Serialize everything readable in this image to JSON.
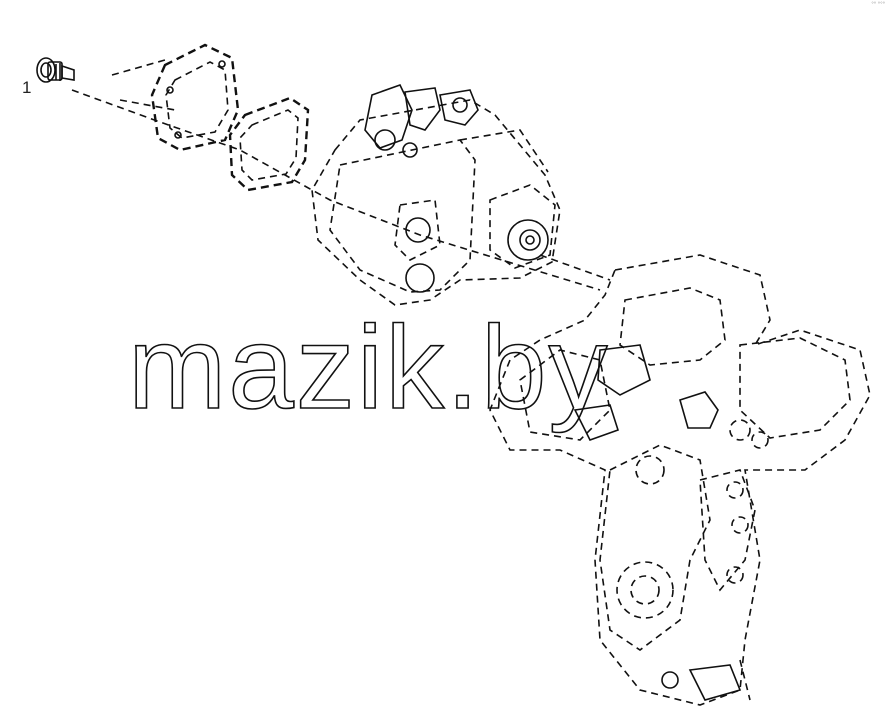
{
  "diagram": {
    "callouts": [
      {
        "label": "1",
        "part": "plug"
      }
    ],
    "watermark": "mazik.by",
    "corner_mark": "°° °°°"
  }
}
